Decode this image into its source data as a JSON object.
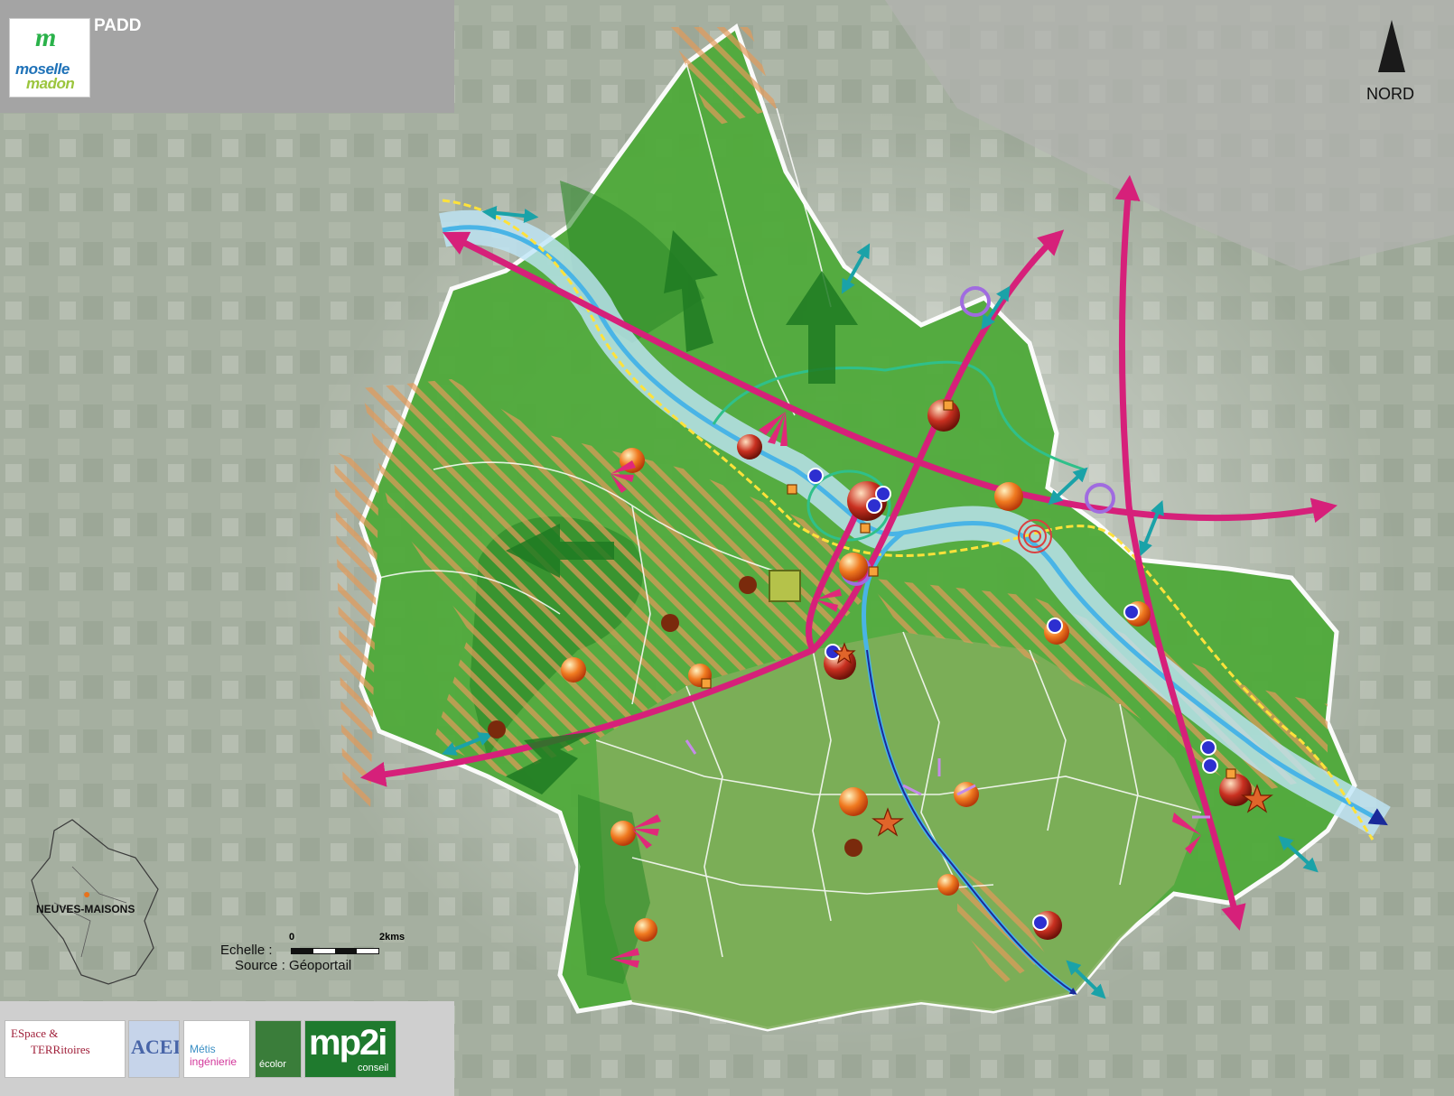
{
  "header": {
    "title": "PADD",
    "logo_mark": "m",
    "logo_line1": "moselle",
    "logo_line2": "madon"
  },
  "compass": {
    "label": "NORD"
  },
  "scale": {
    "label": "Echelle :",
    "start": "0",
    "end": "2kms",
    "source": "Source : Géoportail"
  },
  "inset": {
    "place": "NEUVES-MAISONS"
  },
  "partners": {
    "p1_line1": "ESpace &",
    "p1_line2": "TERRitoires",
    "p2": "ACEIF",
    "p3_line1": "Métis",
    "p3_line2": "ingénierie",
    "p4": "écolor",
    "p5": "mp2i",
    "p5_sub": "conseil"
  },
  "colors": {
    "territory_green": "#4faa3a",
    "road_axis": "#d6207a",
    "river": "#49b4e6",
    "hatch": "#e39a5a",
    "link_arrow": "#1aa2a8",
    "pole_dot": "#2d2fd0",
    "brown_dot": "#7a2a0c"
  }
}
